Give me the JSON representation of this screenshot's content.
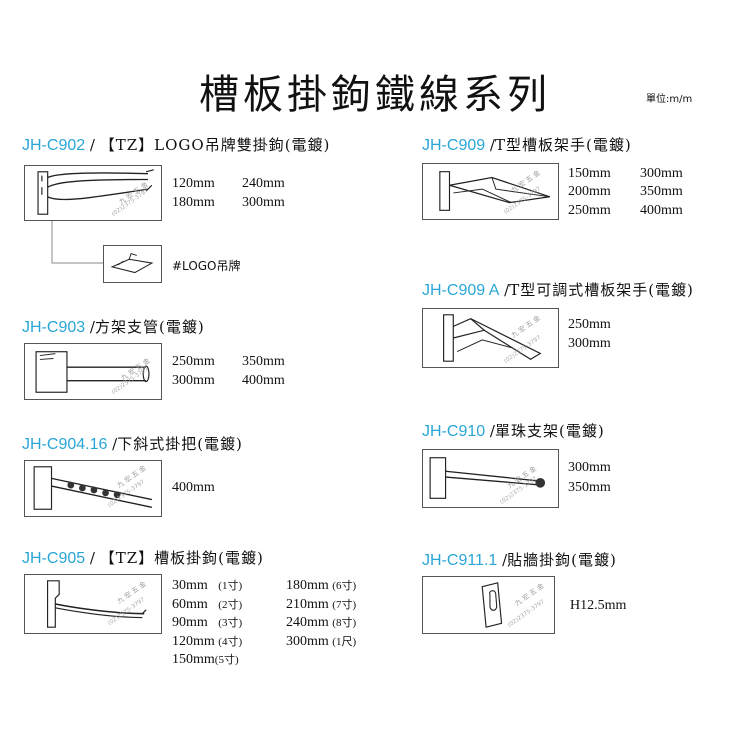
{
  "header": {
    "title": "槽板掛鉤鐵線系列",
    "unit": "單位:m/m"
  },
  "watermark": {
    "name": "九 宏 五 金",
    "phone": "(02)2375-3797"
  },
  "products": {
    "c902": {
      "code": "JH-C902",
      "sep": " / ",
      "name": "【TZ】LOGO吊牌雙掛鉤(電鍍)",
      "sizes": [
        "120mm",
        "240mm",
        "180mm",
        "300mm"
      ],
      "logo_label": "#LOGO吊牌"
    },
    "c903": {
      "code": "JH-C903",
      "sep": " /",
      "name": "方架支管(電鍍)",
      "sizes": [
        "250mm",
        "350mm",
        "300mm",
        "400mm"
      ]
    },
    "c904": {
      "code": "JH-C904.16",
      "sep": " /",
      "name": "下斜式掛把(電鍍)",
      "sizes": [
        "400mm"
      ]
    },
    "c905": {
      "code": "JH-C905",
      "sep": " / ",
      "name": "【TZ】槽板掛鉤(電鍍)",
      "sizes": [
        {
          "mm": "30mm",
          "sub": "(1寸)"
        },
        {
          "mm": "60mm",
          "sub": "(2寸)"
        },
        {
          "mm": "90mm",
          "sub": "(3寸)"
        },
        {
          "mm": "120mm",
          "sub": "(4寸)"
        },
        {
          "mm": "150mm",
          "sub": "(5寸)"
        },
        {
          "mm": "180mm",
          "sub": "(6寸)"
        },
        {
          "mm": "210mm",
          "sub": "(7寸)"
        },
        {
          "mm": "240mm",
          "sub": "(8寸)"
        },
        {
          "mm": "300mm",
          "sub": "(1尺)"
        }
      ]
    },
    "c909": {
      "code": "JH-C909",
      "sep": " /",
      "name": "T型槽板架手(電鍍)",
      "sizes": [
        "150mm",
        "300mm",
        "200mm",
        "350mm",
        "250mm",
        "400mm"
      ]
    },
    "c909a": {
      "code": "JH-C909 A",
      "sep": " /",
      "name": "T型可調式槽板架手(電鍍)",
      "sizes": [
        "250mm",
        "300mm"
      ]
    },
    "c910": {
      "code": "JH-C910",
      "sep": " /",
      "name": "單珠支架(電鍍)",
      "sizes": [
        "300mm",
        "350mm"
      ]
    },
    "c911": {
      "code": "JH-C911.1",
      "sep": " /",
      "name": "貼牆掛鉤(電鍍)",
      "sizes": [
        "H12.5mm"
      ]
    }
  }
}
